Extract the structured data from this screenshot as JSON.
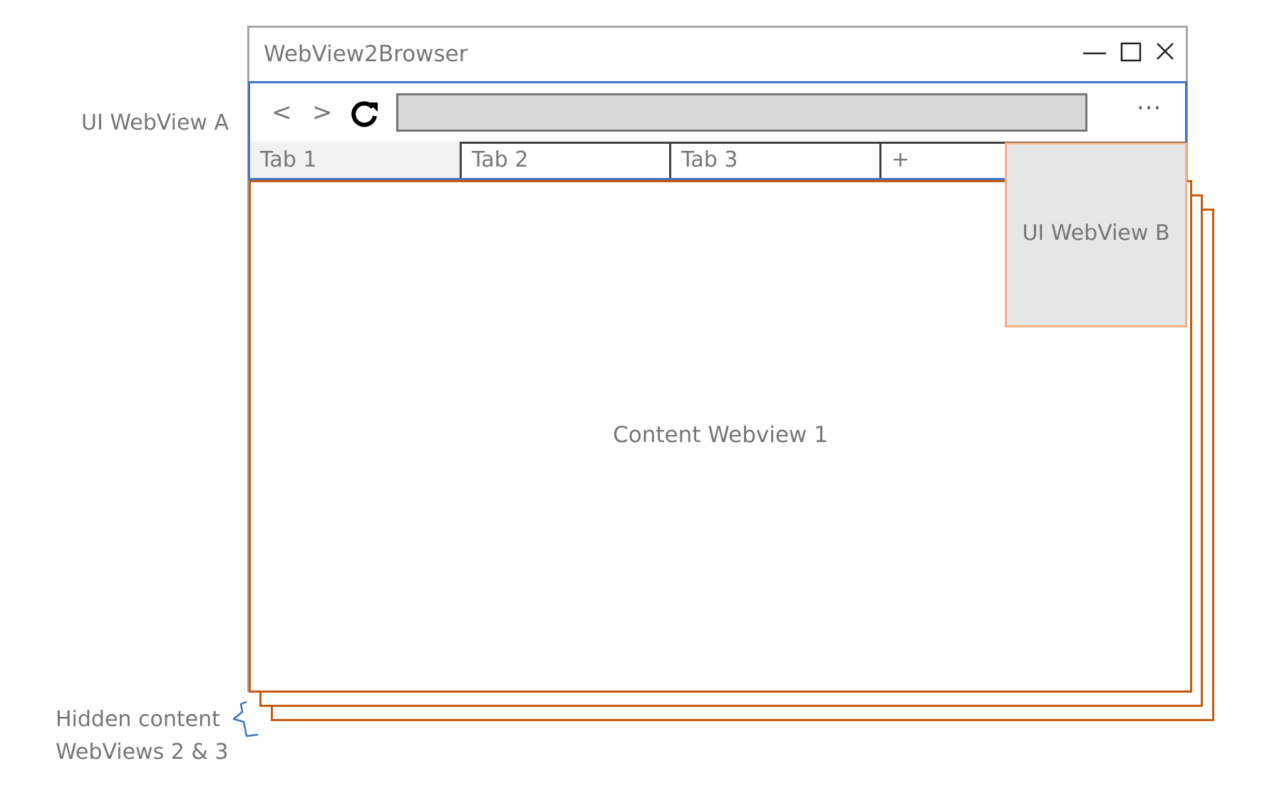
{
  "window": {
    "title": "WebView2Browser",
    "controls": [
      "minimize-icon",
      "maximize-icon",
      "close-icon"
    ]
  },
  "ui_webview_a": {
    "label": "UI WebView A",
    "back_label": "<",
    "forward_label": ">",
    "refresh_icon": "refresh-icon",
    "address_value": "",
    "more_label": "···",
    "tabs": [
      {
        "label": "Tab 1",
        "active": true
      },
      {
        "label": "Tab 2",
        "active": false
      },
      {
        "label": "Tab 3",
        "active": false
      }
    ],
    "new_tab_label": "+"
  },
  "ui_webview_b": {
    "label": "UI WebView B"
  },
  "content": {
    "label": "Content Webview 1"
  },
  "hidden_content": {
    "line1": "Hidden content",
    "line2": "WebViews 2 & 3"
  },
  "colors": {
    "window_border": "#a6a6a6",
    "ui_webview_a_border": "#4472c4",
    "content_border": "#c55a11",
    "ui_webview_b_border": "#f4b183",
    "ui_webview_b_fill": "#e7e6e6",
    "address_fill": "#d9d9d9",
    "label_text": "#767676"
  }
}
